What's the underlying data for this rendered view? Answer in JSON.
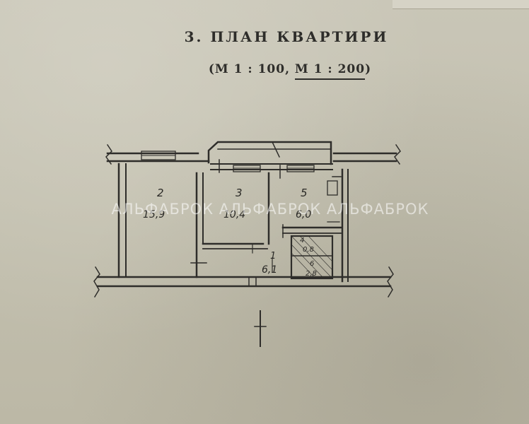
{
  "document": {
    "title": "3. ПЛАН КВАРТИРИ",
    "scale_open": "(М 1 : 100, ",
    "scale_underlined": "М 1 : 200",
    "scale_close": ")"
  },
  "rooms": [
    {
      "number": "2",
      "area": "15,9"
    },
    {
      "number": "3",
      "area": "10,4"
    },
    {
      "number": "5",
      "area": "6,0"
    },
    {
      "number": "4",
      "area": "0,8"
    },
    {
      "number": "6",
      "area": "2,8"
    },
    {
      "number": "1",
      "area": "6,1"
    }
  ],
  "watermark": "АЛЬФАБРОК  АЛЬФАБРОК  АЛЬФАБРОК",
  "colors": {
    "paper": "#c4c1b1",
    "ink": "#2e2d2a",
    "watermark": "#ffffff"
  }
}
